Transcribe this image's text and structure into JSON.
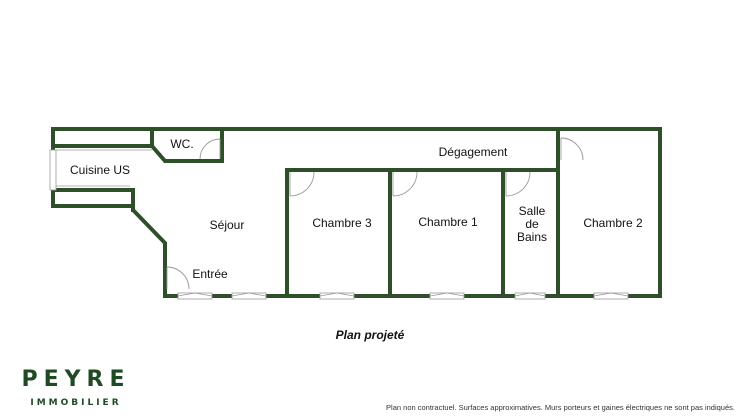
{
  "colors": {
    "wall": "#2f4f2a",
    "logo": "#1f4a24",
    "door": "#9a9a9a"
  },
  "rooms": {
    "wc": "WC.",
    "cuisine": "Cuisine US",
    "degagement": "Dégagement",
    "sejour": "Séjour",
    "entree": "Entrée",
    "chambre3": "Chambre 3",
    "chambre1": "Chambre 1",
    "salle_line1": "Salle",
    "salle_line2": "de",
    "salle_line3": "Bains",
    "chambre2": "Chambre 2"
  },
  "caption": "Plan projeté",
  "logo": {
    "name": "PEYRE",
    "subtitle": "IMMOBILIER"
  },
  "disclaimer": "Plan non contractuel. Surfaces approximatives. Murs porteurs et gaines électriques ne sont pas indiqués."
}
